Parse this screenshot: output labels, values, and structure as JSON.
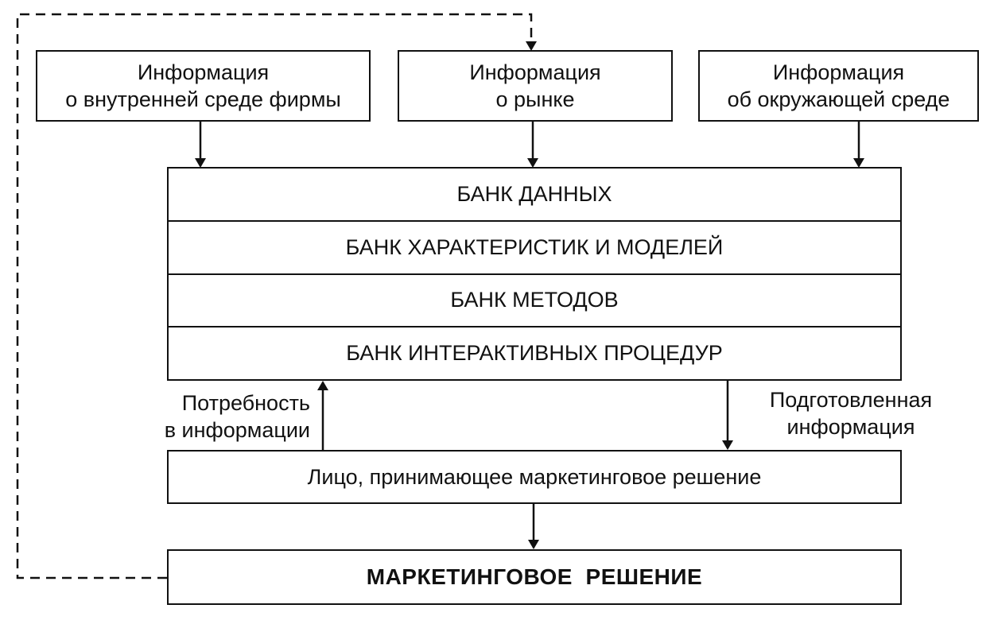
{
  "sources": {
    "internal": {
      "line1": "Информация",
      "line2": "о внутренней среде фирмы"
    },
    "market": {
      "line1": "Информация",
      "line2": "о рынке"
    },
    "environment": {
      "line1": "Информация",
      "line2": "об окружающей среде"
    }
  },
  "banks": [
    "БАНК ДАННЫХ",
    "БАНК ХАРАКТЕРИСТИК И МОДЕЛЕЙ",
    "БАНК МЕТОДОВ",
    "БАНК ИНТЕРАКТИВНЫХ ПРОЦЕДУР"
  ],
  "labels": {
    "need_line1": "Потребность",
    "need_line2": "в информации",
    "prepared_line1": "Подготовленная",
    "prepared_line2": "информация"
  },
  "decision_maker": "Лицо, принимающее маркетинговое решение",
  "final_decision": "МАРКЕТИНГОВОЕ  РЕШЕНИЕ"
}
